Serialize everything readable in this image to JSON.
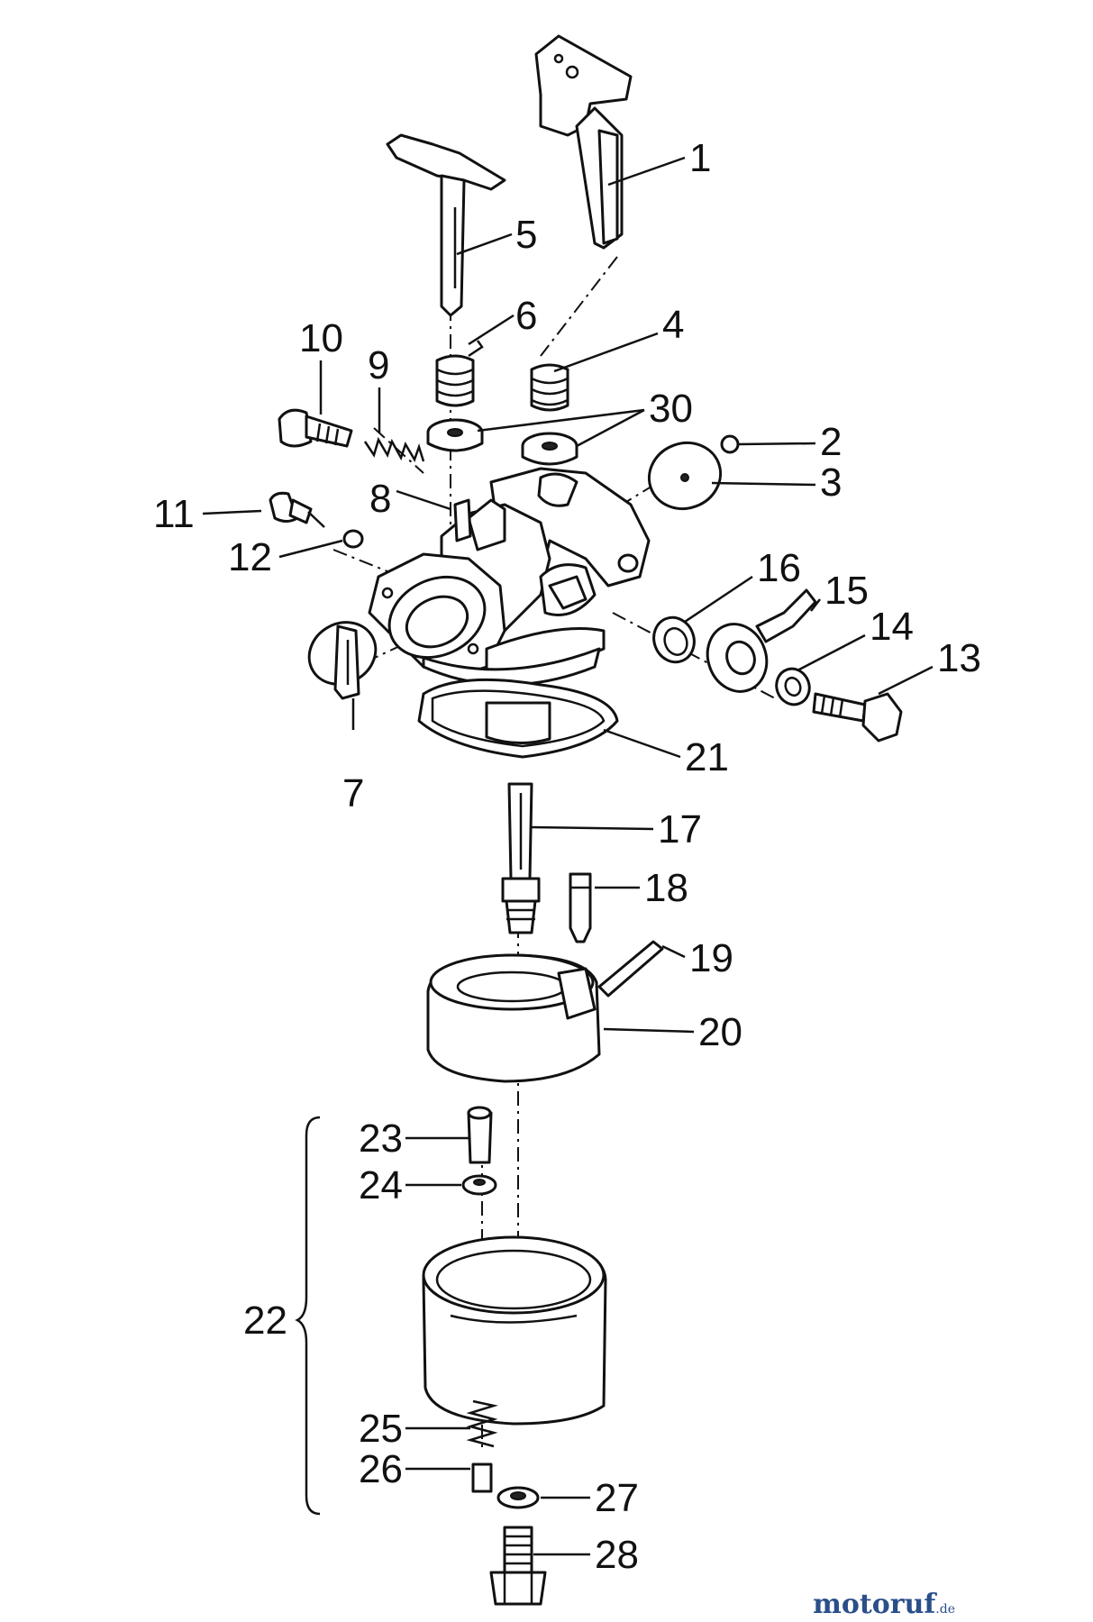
{
  "diagram": {
    "callouts": [
      "1",
      "2",
      "3",
      "4",
      "5",
      "6",
      "7",
      "8",
      "9",
      "10",
      "11",
      "12",
      "13",
      "14",
      "15",
      "16",
      "17",
      "18",
      "19",
      "20",
      "21",
      "22",
      "23",
      "24",
      "25",
      "26",
      "27",
      "28",
      "30"
    ],
    "watermark": {
      "brand": "motoruf",
      "tld": ".de"
    },
    "colors": {
      "ink": "#111111",
      "wm_main": "#2a4f8a",
      "wm_accent": "#e07b22"
    }
  }
}
